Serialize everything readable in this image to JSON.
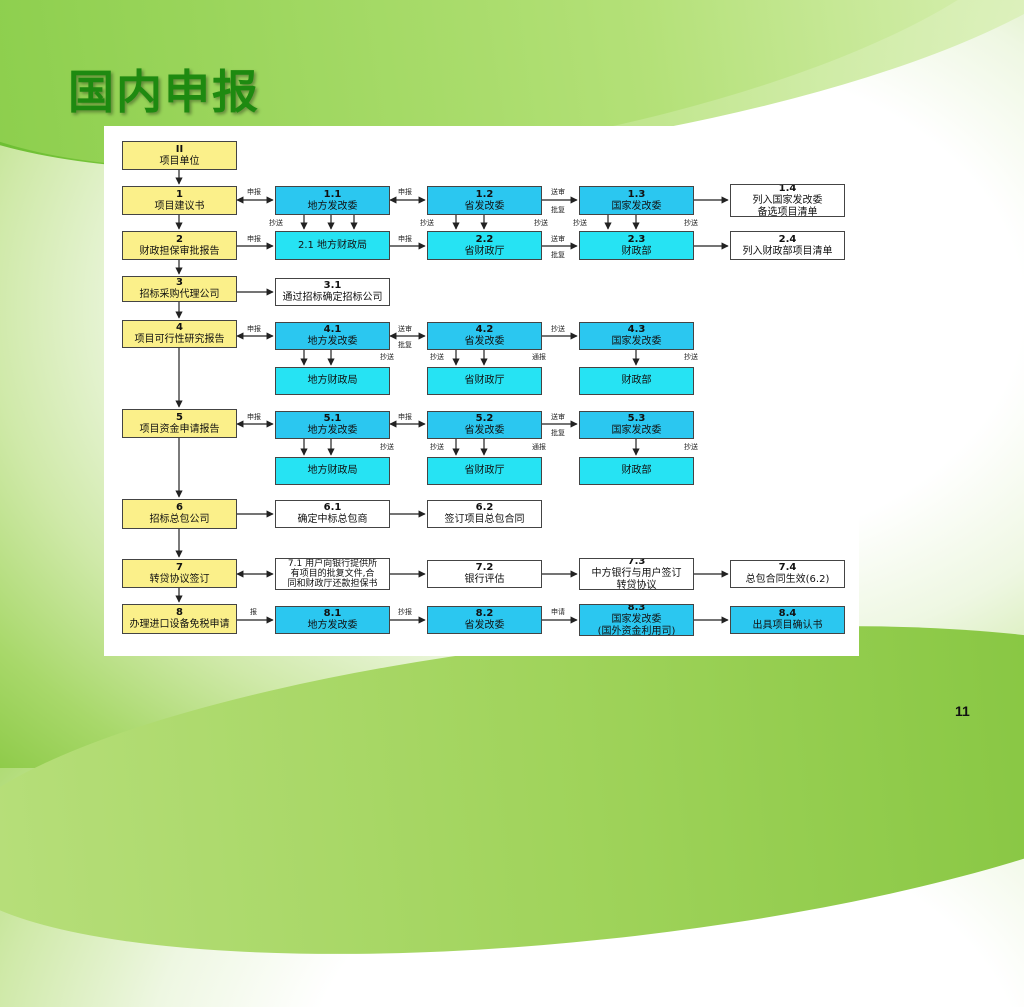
{
  "title": "国内申报",
  "slide_number": "11",
  "nodes": {
    "n0": {
      "num": "II",
      "label": "项目单位"
    },
    "n1": {
      "num": "1",
      "label": "项目建议书"
    },
    "n2": {
      "num": "2",
      "label": "财政担保审批报告"
    },
    "n3": {
      "num": "3",
      "label": "招标采购代理公司"
    },
    "n4": {
      "num": "4",
      "label": "项目可行性研究报告"
    },
    "n5": {
      "num": "5",
      "label": "项目资金申请报告"
    },
    "n6": {
      "num": "6",
      "label": "招标总包公司"
    },
    "n7": {
      "num": "7",
      "label": "转贷协议签订"
    },
    "n8": {
      "num": "8",
      "label": "办理进口设备免税申请"
    },
    "n11": {
      "num": "1.1",
      "label": "地方发改委"
    },
    "n12": {
      "num": "1.2",
      "label": "省发改委"
    },
    "n13": {
      "num": "1.3",
      "label": "国家发改委"
    },
    "n14": {
      "num": "1.4",
      "label": "列入国家发改委",
      "label2": "备选项目清单"
    },
    "n21": {
      "num": "",
      "label": "2.1 地方财政局"
    },
    "n22": {
      "num": "2.2",
      "label": "省财政厅"
    },
    "n23": {
      "num": "2.3",
      "label": "财政部"
    },
    "n24": {
      "num": "2.4",
      "label": "列入财政部项目清单"
    },
    "n31": {
      "num": "3.1",
      "label": "通过招标确定招标公司"
    },
    "n41": {
      "num": "4.1",
      "label": "地方发改委"
    },
    "n42": {
      "num": "4.2",
      "label": "省发改委"
    },
    "n43": {
      "num": "4.3",
      "label": "国家发改委"
    },
    "n41b": {
      "num": "",
      "label": "地方财政局"
    },
    "n42b": {
      "num": "",
      "label": "省财政厅"
    },
    "n43b": {
      "num": "",
      "label": "财政部"
    },
    "n51": {
      "num": "5.1",
      "label": "地方发改委"
    },
    "n52": {
      "num": "5.2",
      "label": "省发改委"
    },
    "n53": {
      "num": "5.3",
      "label": "国家发改委"
    },
    "n51b": {
      "num": "",
      "label": "地方财政局"
    },
    "n52b": {
      "num": "",
      "label": "省财政厅"
    },
    "n53b": {
      "num": "",
      "label": "财政部"
    },
    "n61": {
      "num": "6.1",
      "label": "确定中标总包商"
    },
    "n62": {
      "num": "6.2",
      "label": "签订项目总包合同"
    },
    "n71": {
      "num": "",
      "label": "7.1 用户向银行提供所",
      "label2": "有项目的批复文件,合",
      "label3": "同和财政厅还款担保书"
    },
    "n72": {
      "num": "7.2",
      "label": "银行评估"
    },
    "n73": {
      "num": "7.3",
      "label": "中方银行与用户签订",
      "label2": "转贷协议"
    },
    "n74": {
      "num": "7.4",
      "label": "总包合同生效(6.2)"
    },
    "n81": {
      "num": "8.1",
      "label": "地方发改委"
    },
    "n82": {
      "num": "8.2",
      "label": "省发改委"
    },
    "n83": {
      "num": "8.3",
      "label": "国家发改委",
      "label2": "(国外资金利用司)"
    },
    "n84": {
      "num": "8.4",
      "label": "出具项目确认书"
    }
  },
  "edge_labels": {
    "e1": "申报",
    "e2": "申报",
    "e3": "送审",
    "e3b": "批复",
    "e4": "申报",
    "e5": "申报",
    "e6": "送审",
    "e6b": "批复",
    "c11": "抄送",
    "c12": "抄送",
    "c13": "抄送",
    "c14": "抄送",
    "c15": "抄送",
    "e7": "申报",
    "e8": "送审",
    "e8b": "批复",
    "e9": "抄送",
    "c41": "抄送",
    "c42": "抄送",
    "c43": "通报",
    "c44": "抄送",
    "e10": "申报",
    "e11": "申报",
    "e12": "送审",
    "e12b": "批复",
    "c51": "抄送",
    "c52": "抄送",
    "c53": "通报",
    "c54": "抄送",
    "e13": "报",
    "e14": "抄报",
    "e15": "申请"
  }
}
